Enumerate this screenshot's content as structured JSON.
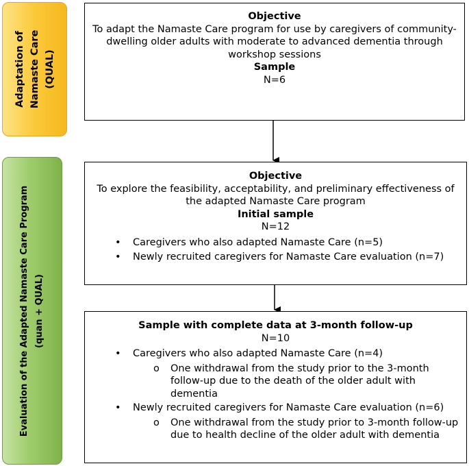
{
  "side_labels": {
    "adaptation": {
      "line1": "Adaptation of",
      "line2": "Namaste Care",
      "line3": "(QUAL)"
    },
    "evaluation": {
      "line1": "Evaluation of the Adapted Namaste Care Program",
      "line2": "(quan + QUAL)"
    }
  },
  "colors": {
    "yellow_phase": "#fbc93a",
    "green_phase": "#9fcd6d"
  },
  "box1": {
    "objective_heading": "Objective",
    "objective_text": "To adapt the Namaste Care program for use by caregivers of community-dwelling older adults with moderate to advanced dementia through workshop sessions",
    "sample_heading": "Sample",
    "sample_n": "N=6"
  },
  "box2": {
    "objective_heading": "Objective",
    "objective_text": "To explore the feasibility, acceptability, and preliminary effectiveness of the adapted Namaste Care program",
    "sample_heading": "Initial sample",
    "sample_n": "N=12",
    "bullets": [
      "Caregivers who also adapted Namaste Care (n=5)",
      "Newly recruited caregivers for Namaste Care evaluation (n=7)"
    ]
  },
  "box3": {
    "heading": "Sample with complete data at 3-month follow-up",
    "sample_n": "N=10",
    "group1": "Caregivers who also adapted Namaste Care (n=4)",
    "group1_sub": "One withdrawal from the study prior to the 3-month follow-up due to the death of the older adult with dementia",
    "group2": "Newly recruited caregivers for Namaste Care evaluation (n=6)",
    "group2_sub": "One withdrawal from the study prior to 3-month follow-up due to health decline of the older adult with dementia"
  },
  "glyphs": {
    "bullet": "•",
    "sub_bullet": "o"
  }
}
